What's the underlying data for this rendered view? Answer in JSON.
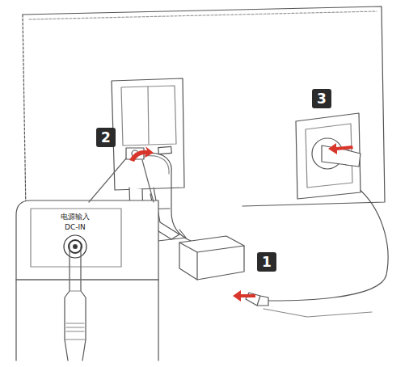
{
  "diagram": {
    "labels": [
      "2",
      "3",
      "1",
      "电源输入",
      "DC-IN"
    ]
  }
}
